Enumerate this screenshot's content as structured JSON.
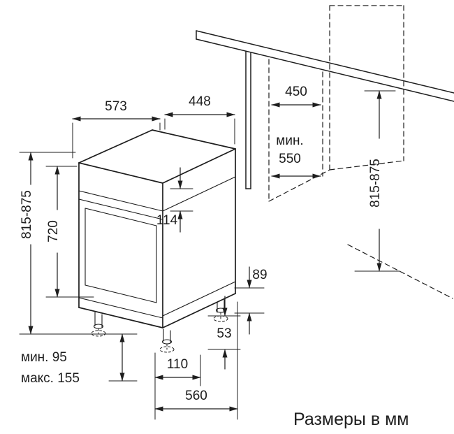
{
  "caption": "Размеры в мм",
  "colors": {
    "line": "#1d1d1d",
    "background": "#ffffff"
  },
  "dimensions": {
    "depth_top": "573",
    "width_top": "448",
    "niche_width": "450",
    "niche_depth_min_word": "мин.",
    "niche_depth_min_value": "550",
    "height_total": "815-875",
    "door_height": "720",
    "panel_height": "114",
    "niche_height": "815-875",
    "plinth_height": "89",
    "rear_foot_offset": "53",
    "feet_min": "мин. 95",
    "feet_max": "макс. 155",
    "front_foot_offset": "110",
    "base_depth": "560"
  }
}
